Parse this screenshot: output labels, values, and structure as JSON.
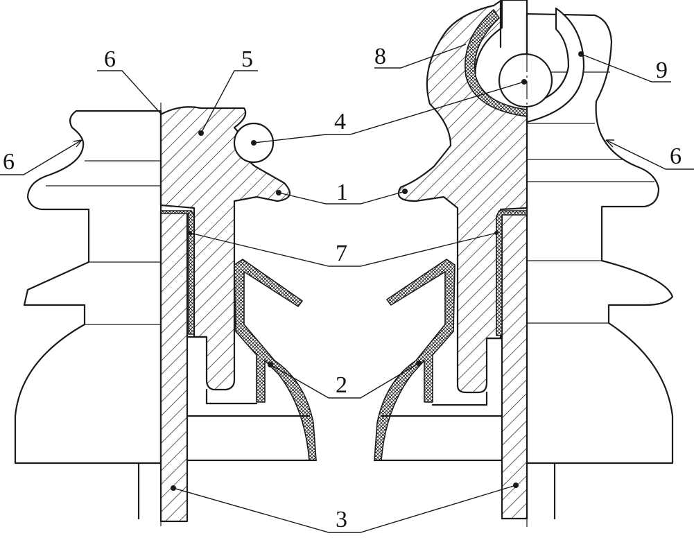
{
  "callouts": [
    {
      "id": "c1",
      "text": "1"
    },
    {
      "id": "c2",
      "text": "2"
    },
    {
      "id": "c3",
      "text": "3"
    },
    {
      "id": "c4",
      "text": "4"
    },
    {
      "id": "c5",
      "text": "5"
    },
    {
      "id": "c6a",
      "text": "6"
    },
    {
      "id": "c6b",
      "text": "6"
    },
    {
      "id": "c6c",
      "text": "6"
    },
    {
      "id": "c7",
      "text": "7"
    },
    {
      "id": "c8",
      "text": "8"
    },
    {
      "id": "c9",
      "text": "9"
    }
  ]
}
